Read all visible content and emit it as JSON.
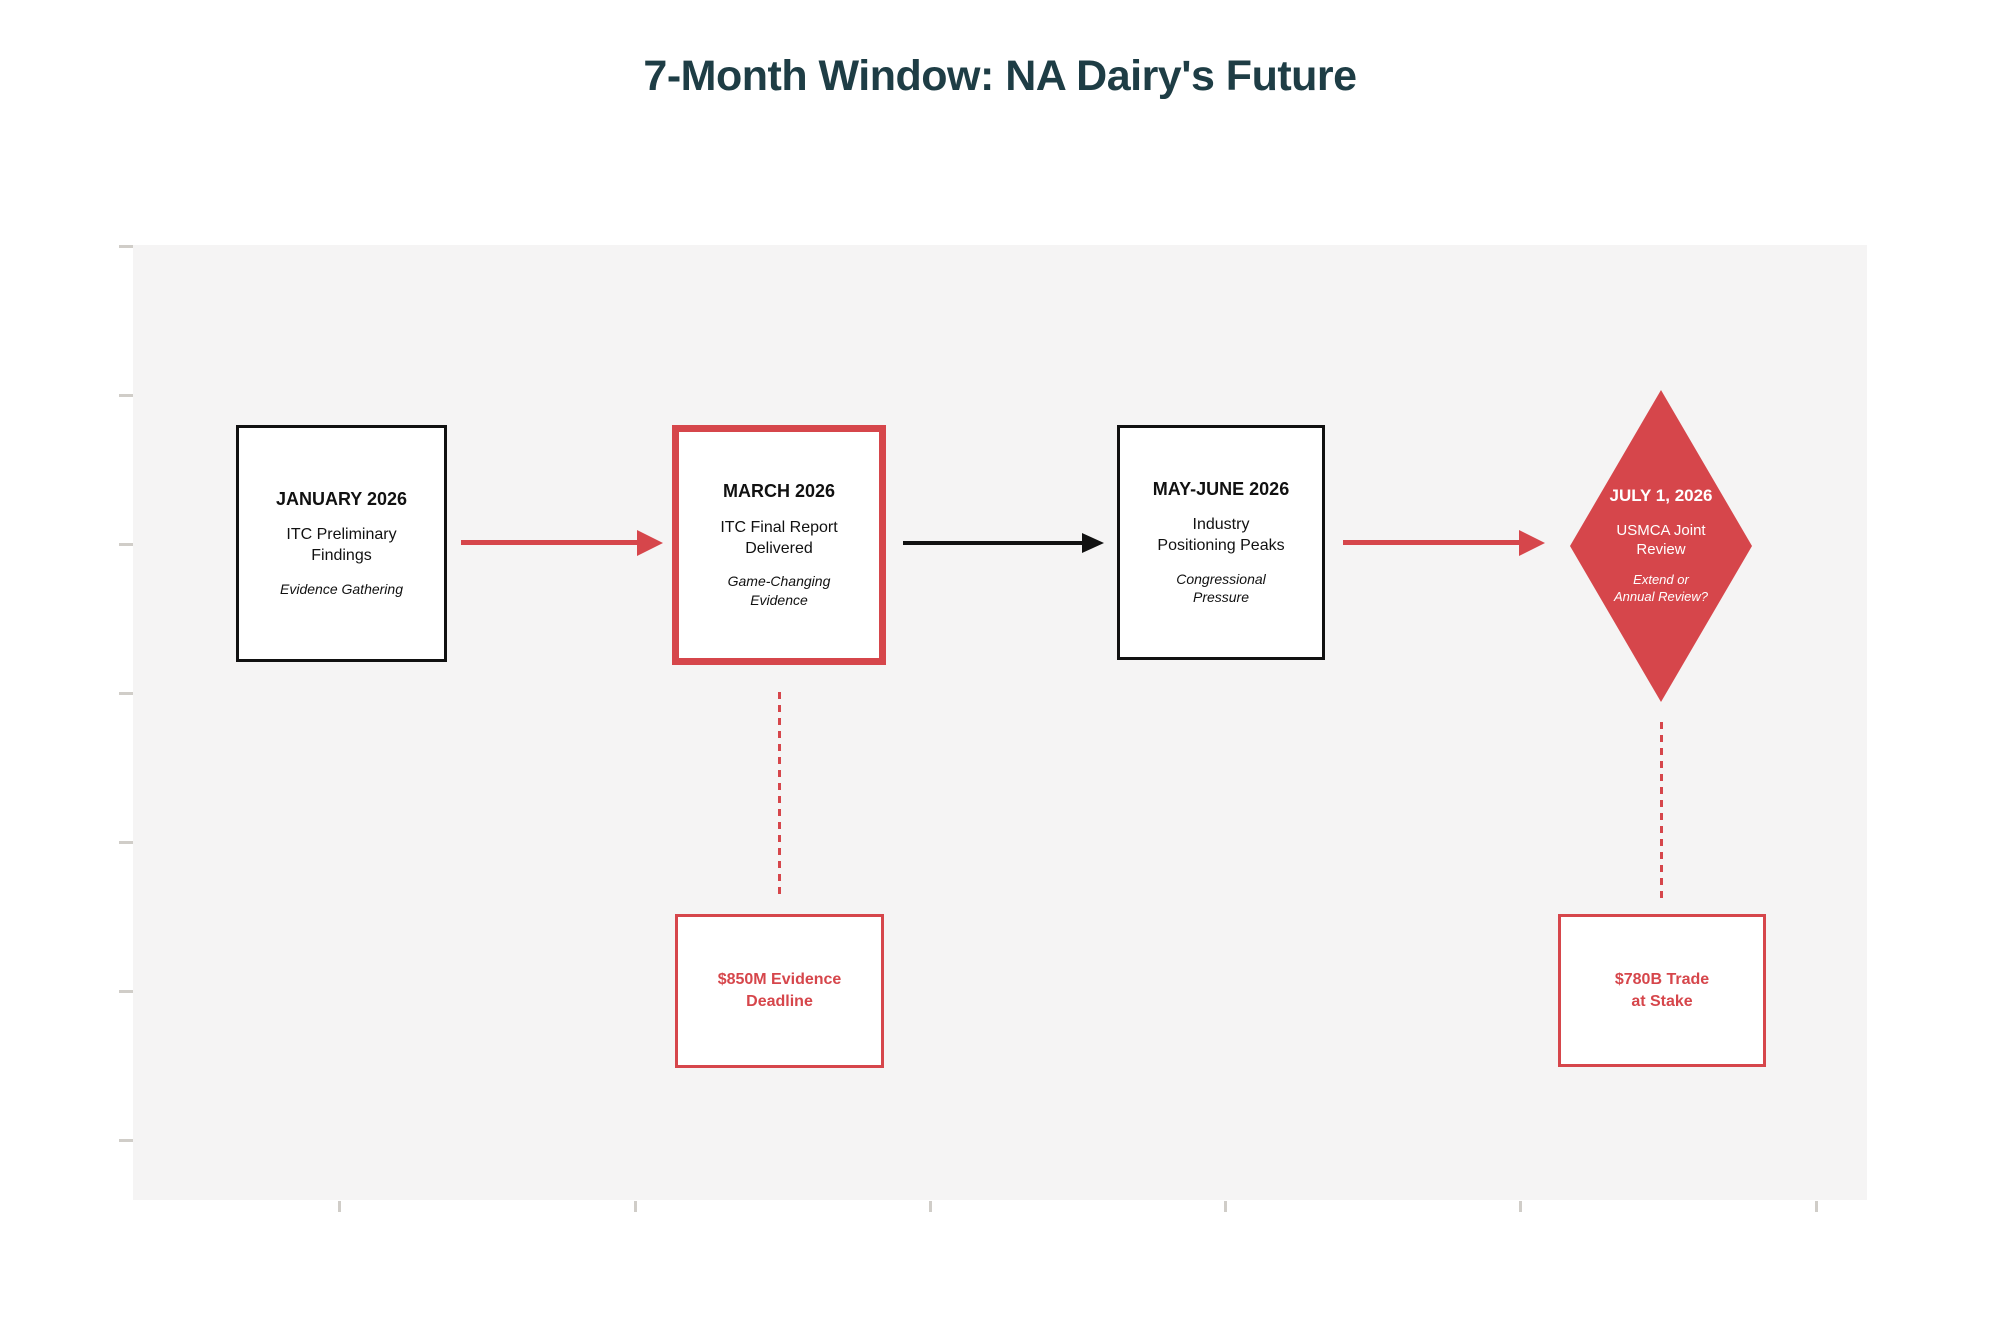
{
  "title": "7-Month Window: NA Dairy's Future",
  "colors": {
    "accent": "#d6464b",
    "title_text": "#1e3d45",
    "box_border": "#111111",
    "body_text": "#111111",
    "plot_background": "#f5f4f4",
    "tick": "#d0cdc8",
    "callout_fill": "#ffffff"
  },
  "nodes": [
    {
      "date": "JANUARY 2026",
      "label": "ITC Preliminary\nFindings",
      "note": "Evidence Gathering",
      "shape": "rectangle",
      "style": "black-outline"
    },
    {
      "date": "MARCH 2026",
      "label": "ITC Final Report\nDelivered",
      "note": "Game-Changing\nEvidence",
      "shape": "rectangle",
      "style": "red-outline"
    },
    {
      "date": "MAY-JUNE 2026",
      "label": "Industry\nPositioning Peaks",
      "note": "Congressional\nPressure",
      "shape": "rectangle",
      "style": "black-outline"
    },
    {
      "date": "JULY 1, 2026",
      "label": "USMCA Joint\nReview",
      "note": "Extend or\nAnnual Review?",
      "shape": "diamond",
      "style": "red-fill"
    }
  ],
  "arrows": [
    {
      "from": "JANUARY 2026",
      "to": "MARCH 2026",
      "color": "red"
    },
    {
      "from": "MARCH 2026",
      "to": "MAY-JUNE 2026",
      "color": "black"
    },
    {
      "from": "MAY-JUNE 2026",
      "to": "JULY 1, 2026",
      "color": "red"
    }
  ],
  "callouts": [
    {
      "text": "$850M Evidence\nDeadline"
    },
    {
      "text": "$780B Trade\nat Stake"
    }
  ]
}
